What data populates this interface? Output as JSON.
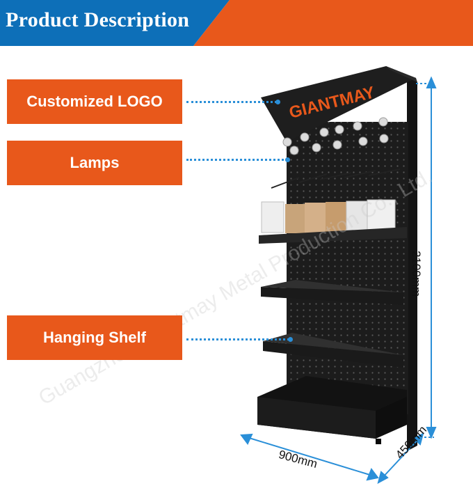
{
  "banner": {
    "title": "Product Description"
  },
  "labels": {
    "logo": "Customized LOGO",
    "lamps": "Lamps",
    "hanging_shelf": "Hanging Shelf"
  },
  "product": {
    "brand_logo": "GIANTMAY"
  },
  "dimensions": {
    "height": "2100mm",
    "width": "900mm",
    "depth": "450mm"
  },
  "watermark": "Guangzhou Giantmay Metal Production Co., Ltd.",
  "colors": {
    "accent": "#e8581b",
    "banner_dark": "#0d6fb8",
    "dimension_line": "#2a8fd8"
  }
}
